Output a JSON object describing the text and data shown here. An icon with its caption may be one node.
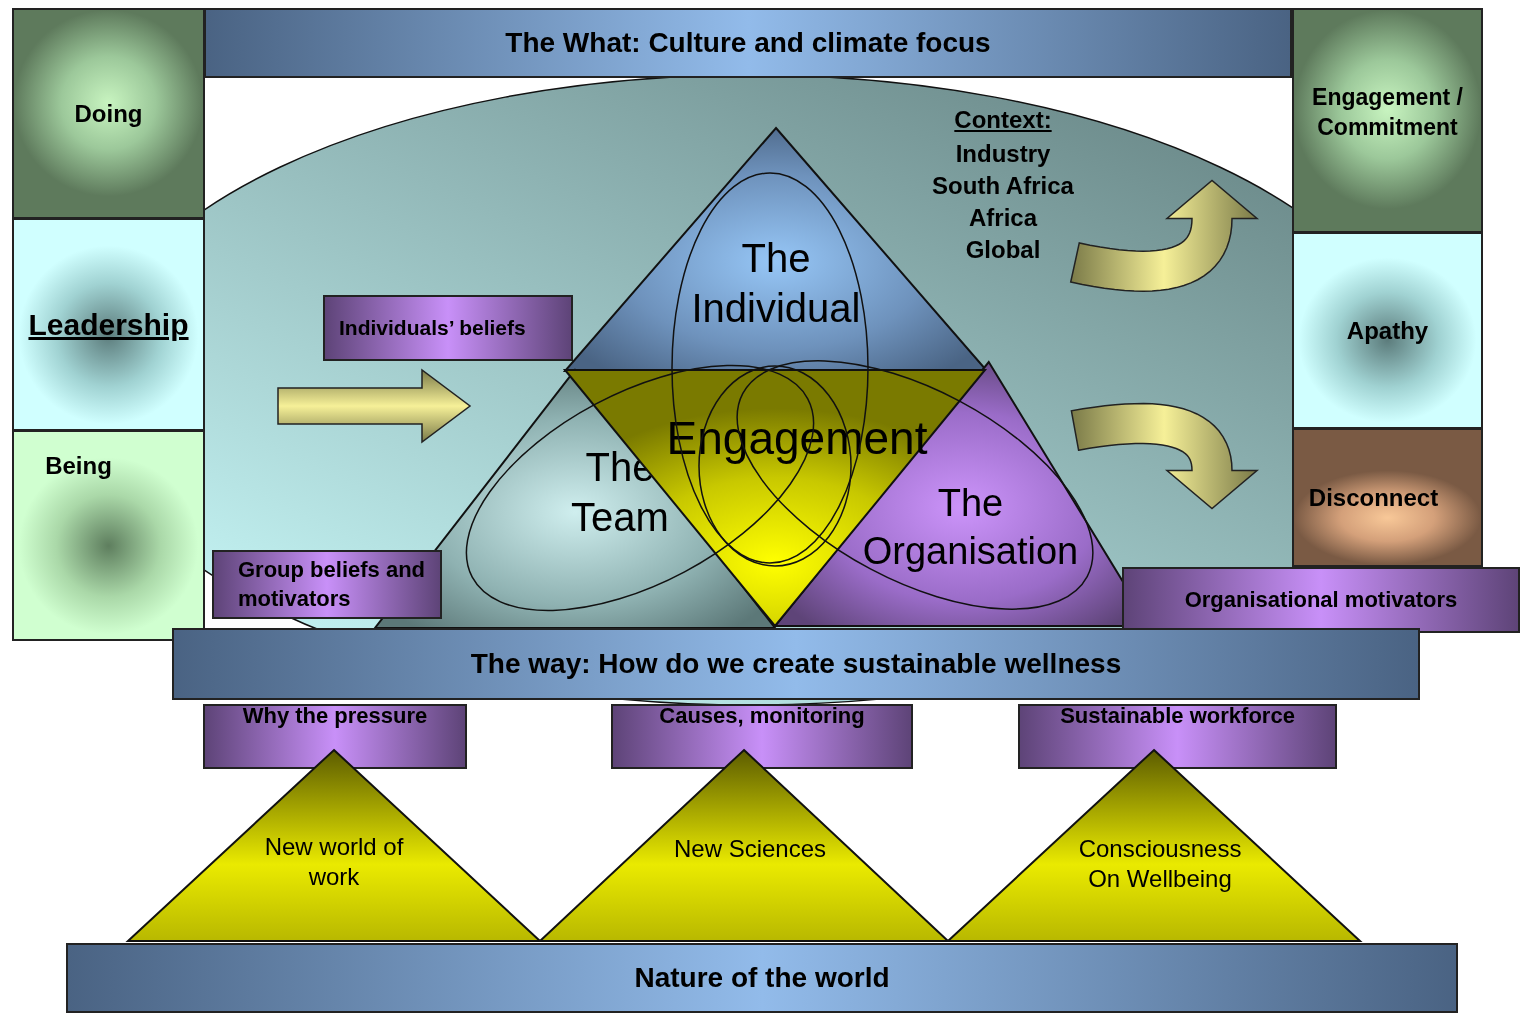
{
  "diagram": {
    "nodes": [
      {
        "text": [
          "The What: Culture and climate focus"
        ]
      },
      {
        "text": [
          "Doing"
        ]
      },
      {
        "text": [
          "Leadership"
        ]
      },
      {
        "text": [
          "Being"
        ]
      },
      {
        "text": [
          "Engagement / Commitment"
        ]
      },
      {
        "text": [
          "Apathy"
        ]
      },
      {
        "text": [
          "Disconnect"
        ]
      },
      {
        "text": [
          "Individuals’ beliefs"
        ]
      },
      {
        "text": [
          "The Individual"
        ]
      },
      {
        "text": [
          "The Team"
        ]
      },
      {
        "text": [
          "Engagement"
        ]
      },
      {
        "text": [
          "The Organisation"
        ]
      },
      {
        "text": [
          "Group beliefs and motivators"
        ]
      },
      {
        "text": [
          "Organisational motivators"
        ]
      },
      {
        "text": [
          "The way: How do we create sustainable wellness"
        ]
      },
      {
        "text": [
          "Why the pressure"
        ]
      },
      {
        "text": [
          "Causes, monitoring"
        ]
      },
      {
        "text": [
          "Sustainable workforce"
        ]
      },
      {
        "text": [
          "New world of work"
        ]
      },
      {
        "text": [
          "New Sciences"
        ]
      },
      {
        "text": [
          "Consciousness On Wellbeing"
        ]
      },
      {
        "text": [
          "Nature of the world"
        ]
      }
    ],
    "edges": [
      {
        "from": 11,
        "to": 4,
        "arrow": "to"
      },
      {
        "from": 11,
        "to": 6,
        "arrow": "to"
      }
    ],
    "labels": [
      "Context:",
      "Industry",
      "South Africa",
      "Africa",
      "Global"
    ]
  }
}
